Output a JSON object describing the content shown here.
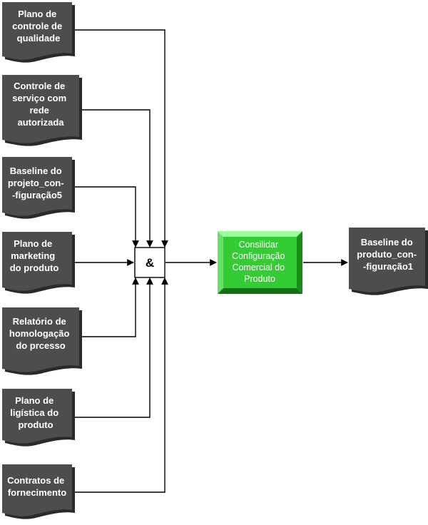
{
  "inputs": [
    {
      "id": "plano-controle-qualidade",
      "lines": [
        "Plano de",
        "controle de",
        "qualidade"
      ]
    },
    {
      "id": "controle-servico-rede",
      "lines": [
        "Controle de",
        "serviço com",
        "rede",
        "autorizada"
      ]
    },
    {
      "id": "baseline-projeto",
      "lines": [
        "Baseline do",
        "projeto_con-",
        "-figuração5"
      ]
    },
    {
      "id": "plano-marketing",
      "lines": [
        "Plano de",
        "marketing",
        "do produto"
      ]
    },
    {
      "id": "relatorio-homologacao",
      "lines": [
        "Relatório de",
        "homologação",
        "do prcesso"
      ]
    },
    {
      "id": "plano-logistica",
      "lines": [
        "Plano de",
        "ligística do",
        "produto"
      ]
    },
    {
      "id": "contratos-fornecimento",
      "lines": [
        "Contratos de",
        "fornecimento"
      ]
    }
  ],
  "junction": {
    "label": "&",
    "type": "AND"
  },
  "process": {
    "lines": [
      "Consilidar",
      "Configuração",
      "Comercial do",
      "Produto"
    ]
  },
  "output": {
    "id": "baseline-produto",
    "lines": [
      "Baseline do",
      "produto_con-",
      "-figuração1"
    ]
  },
  "colors": {
    "document_fill": "#4d4d4d",
    "document_shadow": "#2a2a2a",
    "process_fill": "#33cc33",
    "process_bevel_light": "#99ff99",
    "process_bevel_dark": "#1a8c1a",
    "connector": "#000000"
  }
}
